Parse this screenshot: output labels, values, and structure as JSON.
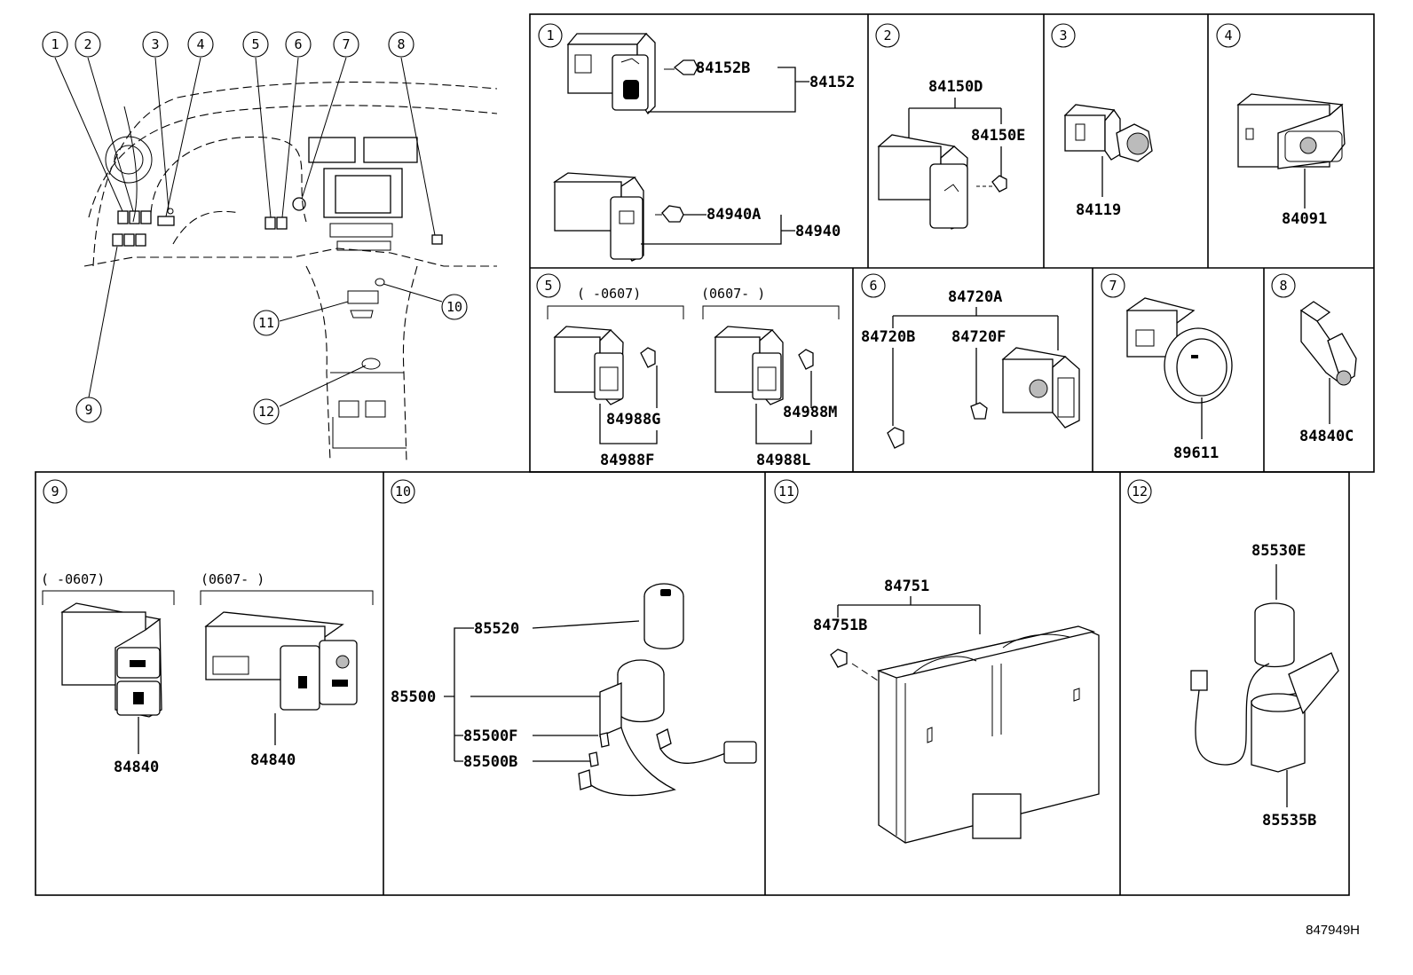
{
  "callouts": [
    "1",
    "2",
    "3",
    "4",
    "5",
    "6",
    "7",
    "8",
    "9",
    "10",
    "11",
    "12"
  ],
  "panels": {
    "p1": {
      "num": "1",
      "parts": [
        "84152B",
        "84152",
        "84940A",
        "84940"
      ]
    },
    "p2": {
      "num": "2",
      "parts": [
        "84150D",
        "84150E"
      ]
    },
    "p3": {
      "num": "3",
      "parts": [
        "84119"
      ]
    },
    "p4": {
      "num": "4",
      "parts": [
        "84091"
      ]
    },
    "p5": {
      "num": "5",
      "date_a": "(     -0607)",
      "date_b": "(0607-      )",
      "parts": [
        "84988G",
        "84988F",
        "84988M",
        "84988L"
      ]
    },
    "p6": {
      "num": "6",
      "parts": [
        "84720A",
        "84720B",
        "84720F"
      ]
    },
    "p7": {
      "num": "7",
      "parts": [
        "89611"
      ]
    },
    "p8": {
      "num": "8",
      "parts": [
        "84840C"
      ]
    },
    "p9": {
      "num": "9",
      "date_a": "(     -0607)",
      "date_b": "(0607-      )",
      "parts": [
        "84840",
        "84840"
      ]
    },
    "p10": {
      "num": "10",
      "parts": [
        "85520",
        "85500",
        "85500F",
        "85500B"
      ]
    },
    "p11": {
      "num": "11",
      "parts": [
        "84751",
        "84751B"
      ]
    },
    "p12": {
      "num": "12",
      "parts": [
        "85530E",
        "85535B"
      ]
    }
  },
  "diagram_code": "847949H"
}
